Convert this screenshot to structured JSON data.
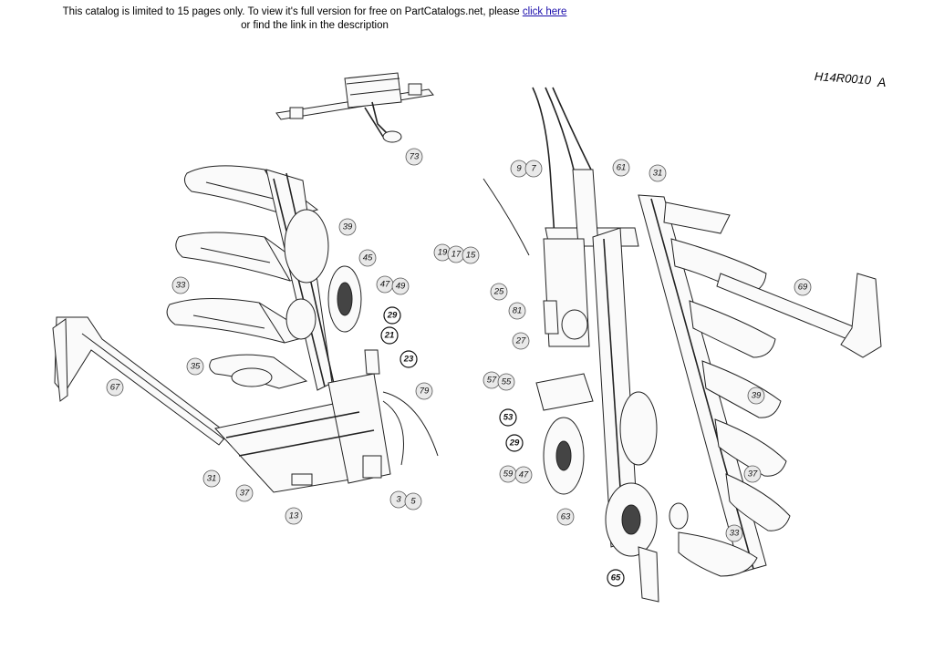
{
  "banner": {
    "text": "This catalog is limited to 15 pages only. To view it's full version for free on PartCatalogs.net, please",
    "link_label": "click here",
    "line2": "or find the link in the description"
  },
  "diagram": {
    "reference_code": "H14R0010",
    "revision": "A",
    "callouts": [
      {
        "label": "73"
      },
      {
        "label": "39"
      },
      {
        "label": "45"
      },
      {
        "label": "47"
      },
      {
        "label": "49"
      },
      {
        "label": "33"
      },
      {
        "label": "29"
      },
      {
        "label": "21"
      },
      {
        "label": "23"
      },
      {
        "label": "35"
      },
      {
        "label": "67"
      },
      {
        "label": "79"
      },
      {
        "label": "31"
      },
      {
        "label": "37"
      },
      {
        "label": "13"
      },
      {
        "label": "3"
      },
      {
        "label": "5"
      },
      {
        "label": "9"
      },
      {
        "label": "7"
      },
      {
        "label": "61"
      },
      {
        "label": "31"
      },
      {
        "label": "19"
      },
      {
        "label": "17"
      },
      {
        "label": "15"
      },
      {
        "label": "25"
      },
      {
        "label": "69"
      },
      {
        "label": "81"
      },
      {
        "label": "27"
      },
      {
        "label": "57"
      },
      {
        "label": "55"
      },
      {
        "label": "39"
      },
      {
        "label": "53"
      },
      {
        "label": "29"
      },
      {
        "label": "59"
      },
      {
        "label": "47"
      },
      {
        "label": "37"
      },
      {
        "label": "63"
      },
      {
        "label": "33"
      },
      {
        "label": "65"
      }
    ]
  }
}
